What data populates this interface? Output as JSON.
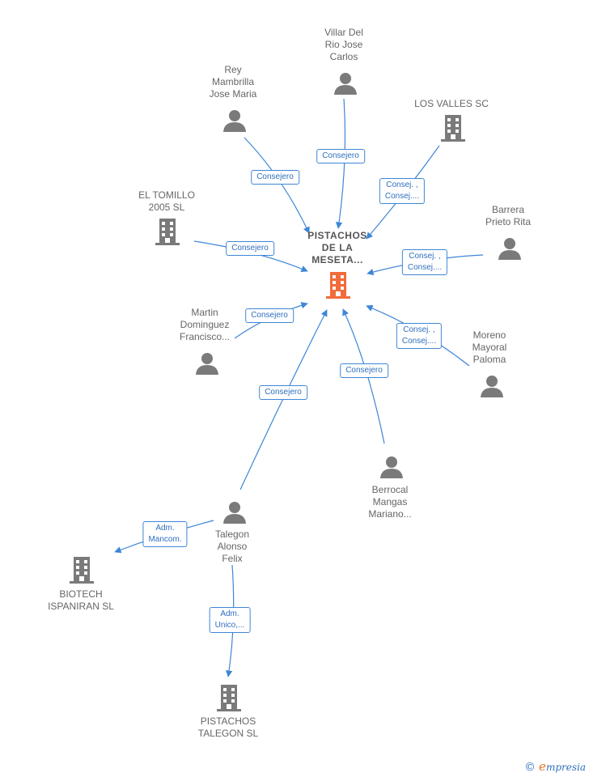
{
  "nodes": {
    "center": "PISTACHOS\nDE LA\nMESETA...",
    "villar": "Villar Del\nRio Jose\nCarlos",
    "rey": "Rey\nMambrilla\nJose Maria",
    "losvalles": "LOS VALLES SC",
    "tomillo": "EL TOMILLO\n2005 SL",
    "barrera": "Barrera\nPrieto Rita",
    "martin": "Martin\nDominguez\nFrancisco...",
    "moreno": "Moreno\nMayoral\nPaloma",
    "berrocal": "Berrocal\nMangas\nMariano...",
    "talegon": "Talegon\nAlonso\nFelix",
    "biotech": "BIOTECH\nISPANIRAN  SL",
    "pistachos_talegon": "PISTACHOS\nTALEGON  SL"
  },
  "edges": {
    "villar": "Consejero",
    "rey": "Consejero",
    "losvalles": "Consej. ,\nConsej....",
    "tomillo": "Consejero",
    "barrera": "Consej. ,\nConsej....",
    "martin": "Consejero",
    "moreno": "Consej. ,\nConsej....",
    "berrocal": "Consejero",
    "talegon": "Consejero",
    "biotech": "Adm.\nMancom.",
    "pistachos_talegon": "Adm.\nUnico,..."
  },
  "icons": {
    "center": "building-icon",
    "company": "building-icon",
    "person": "person-icon"
  },
  "colors": {
    "edge": "#3e86d6",
    "center_icon": "#f26b3a",
    "node_icon": "#7a7a7a"
  },
  "brand": "mpresia"
}
